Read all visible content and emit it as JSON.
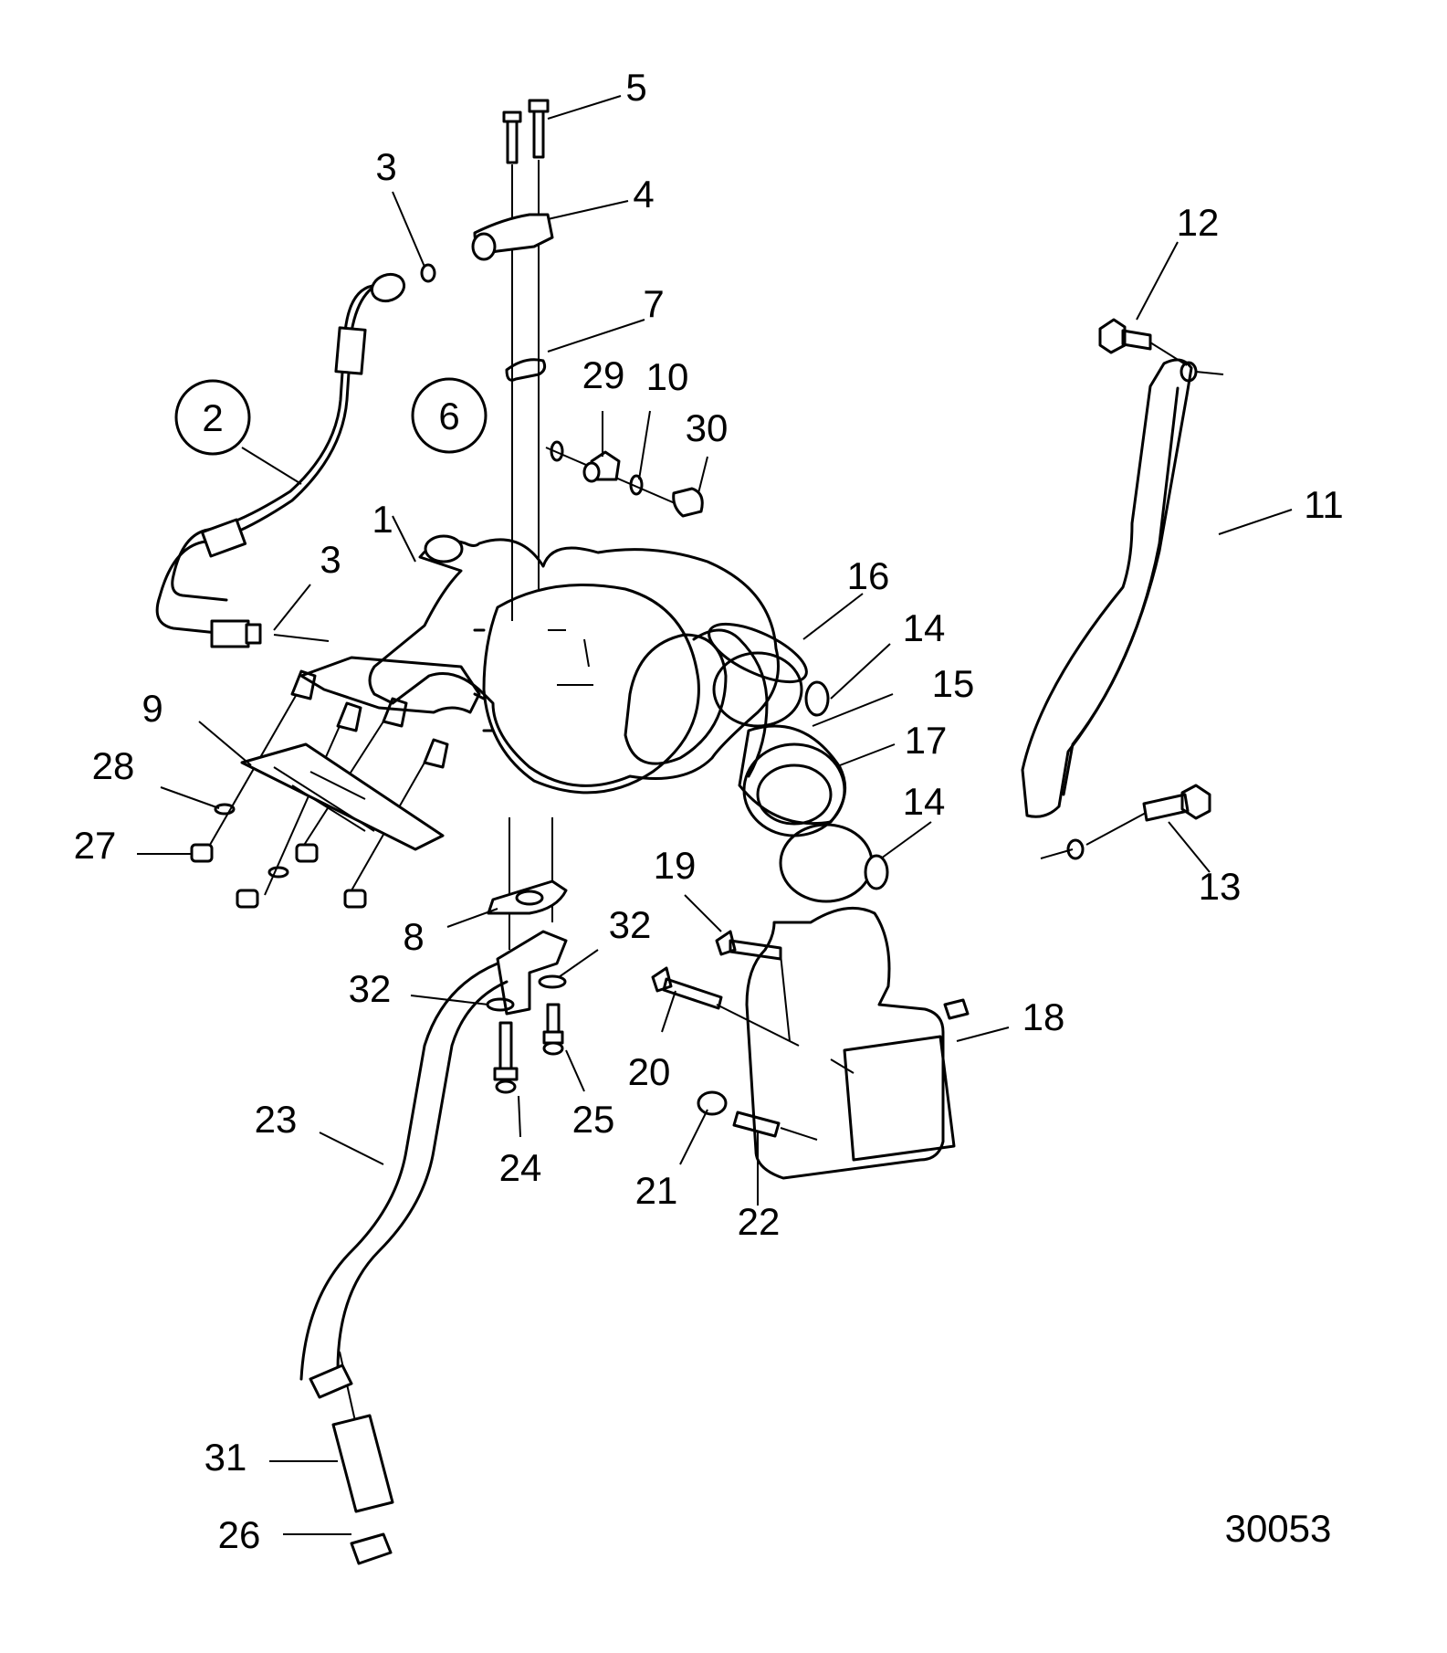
{
  "figure_id": "30053",
  "callouts": [
    "1",
    "2",
    "3",
    "3",
    "4",
    "5",
    "6",
    "7",
    "8",
    "9",
    "10",
    "11",
    "12",
    "13",
    "14",
    "14",
    "15",
    "16",
    "17",
    "18",
    "19",
    "20",
    "21",
    "22",
    "23",
    "24",
    "25",
    "26",
    "27",
    "28",
    "29",
    "30",
    "31",
    "32",
    "32"
  ],
  "colors": {
    "ink": "#000000",
    "paper": "#ffffff"
  }
}
